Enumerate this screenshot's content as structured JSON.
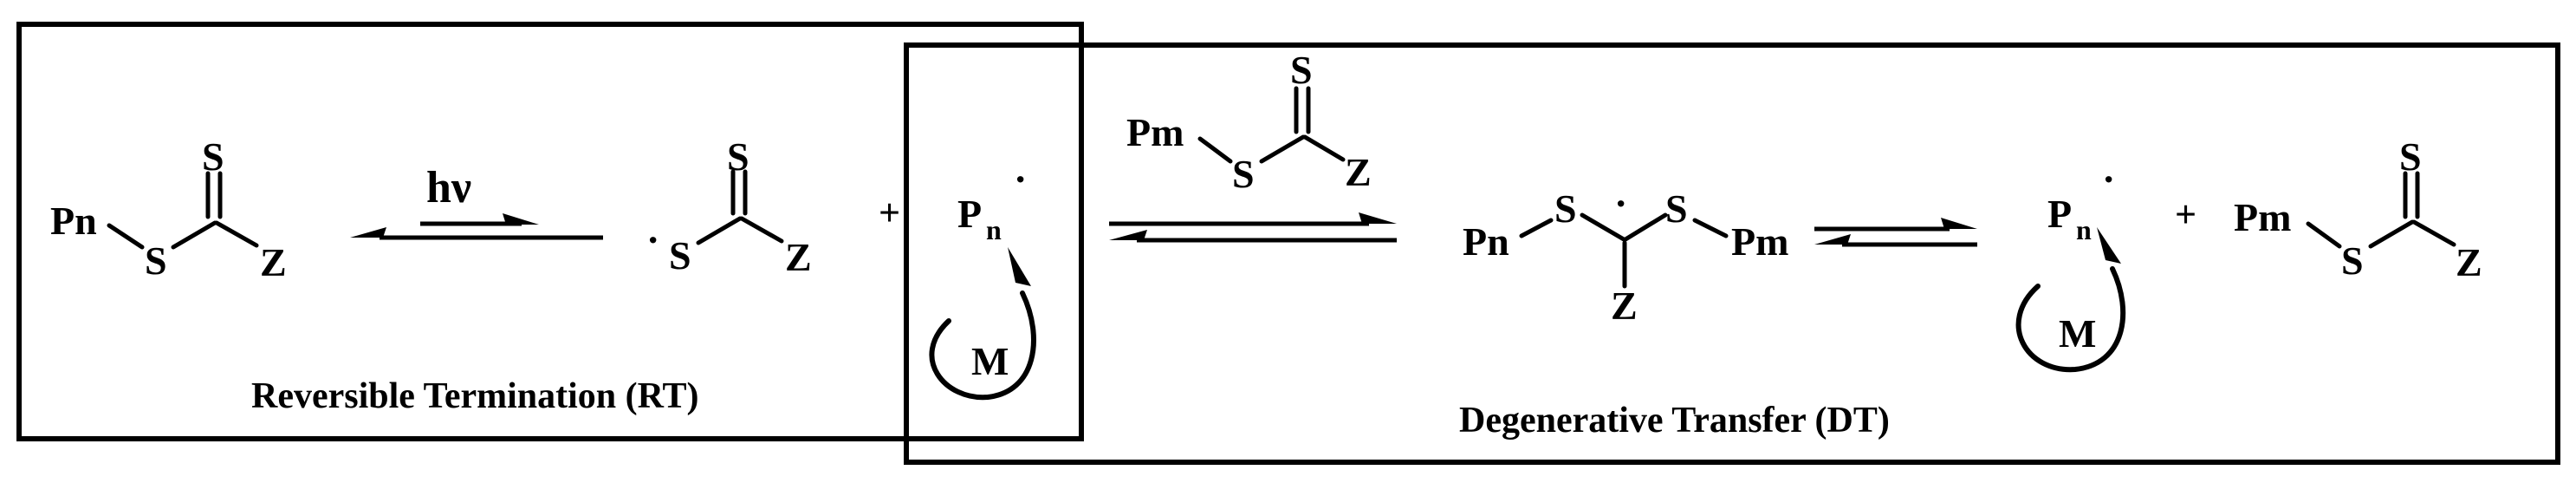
{
  "labels": {
    "Pn": "Pn",
    "Pm": "Pm",
    "S": "S",
    "Z": "Z",
    "P": "P",
    "n": "n",
    "M": "M",
    "dot": "·",
    "plus": "+",
    "hv": "hν"
  },
  "captions": {
    "rt": "Reversible Termination (RT)",
    "dt": "Degenerative Transfer (DT)"
  }
}
